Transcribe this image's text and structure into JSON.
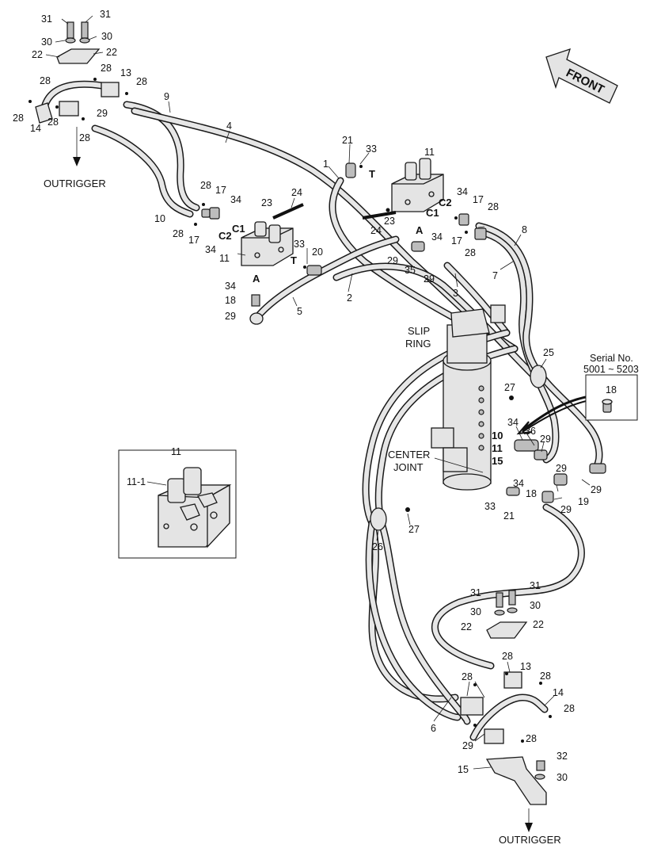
{
  "front_label": "FRONT",
  "outrigger_top": "OUTRIGGER",
  "outrigger_bottom": "OUTRIGGER",
  "slip_ring": [
    "SLIP",
    "RING"
  ],
  "center_joint": [
    "CENTER",
    "JOINT"
  ],
  "serial_box": {
    "title": "Serial No.",
    "range": "5001 ~ 5203",
    "part": "18"
  },
  "inset": {
    "title": "11",
    "part": "11-1"
  },
  "callouts": [
    {
      "id": "c1",
      "text": "31"
    },
    {
      "id": "c2",
      "text": "31"
    },
    {
      "id": "c3",
      "text": "30"
    },
    {
      "id": "c4",
      "text": "30"
    },
    {
      "id": "c5",
      "text": "22"
    },
    {
      "id": "c6",
      "text": "22"
    },
    {
      "id": "c7",
      "text": "28"
    },
    {
      "id": "c8",
      "text": "28"
    },
    {
      "id": "c9",
      "text": "13"
    },
    {
      "id": "c10",
      "text": "28"
    },
    {
      "id": "c11",
      "text": "9"
    },
    {
      "id": "c12",
      "text": "29"
    },
    {
      "id": "c13",
      "text": "28"
    },
    {
      "id": "c14",
      "text": "14"
    },
    {
      "id": "c15",
      "text": "28"
    },
    {
      "id": "c16",
      "text": "28"
    },
    {
      "id": "c17",
      "text": "4"
    },
    {
      "id": "c18",
      "text": "1"
    },
    {
      "id": "c19",
      "text": "21"
    },
    {
      "id": "c20",
      "text": "33"
    },
    {
      "id": "c21",
      "text": "T"
    },
    {
      "id": "c22",
      "text": "11"
    },
    {
      "id": "c23",
      "text": "C2"
    },
    {
      "id": "c24",
      "text": "34"
    },
    {
      "id": "c25",
      "text": "17"
    },
    {
      "id": "c26",
      "text": "C1"
    },
    {
      "id": "c27",
      "text": "28"
    },
    {
      "id": "c28",
      "text": "8"
    },
    {
      "id": "c29",
      "text": "23"
    },
    {
      "id": "c30",
      "text": "24"
    },
    {
      "id": "c31",
      "text": "34"
    },
    {
      "id": "c32",
      "text": "17"
    },
    {
      "id": "c33",
      "text": "28"
    },
    {
      "id": "c34",
      "text": "A"
    },
    {
      "id": "c35",
      "text": "29"
    },
    {
      "id": "c36",
      "text": "35"
    },
    {
      "id": "c37",
      "text": "29"
    },
    {
      "id": "c38",
      "text": "7"
    },
    {
      "id": "c39",
      "text": "3"
    },
    {
      "id": "c40",
      "text": "28"
    },
    {
      "id": "c41",
      "text": "17"
    },
    {
      "id": "c42",
      "text": "34"
    },
    {
      "id": "c43",
      "text": "24"
    },
    {
      "id": "c44",
      "text": "23"
    },
    {
      "id": "c45",
      "text": "10"
    },
    {
      "id": "c46",
      "text": "C1"
    },
    {
      "id": "c47",
      "text": "28"
    },
    {
      "id": "c48",
      "text": "C2"
    },
    {
      "id": "c49",
      "text": "17"
    },
    {
      "id": "c50",
      "text": "34"
    },
    {
      "id": "c51",
      "text": "11"
    },
    {
      "id": "c52",
      "text": "33"
    },
    {
      "id": "c53",
      "text": "20"
    },
    {
      "id": "c54",
      "text": "T"
    },
    {
      "id": "c55",
      "text": "A"
    },
    {
      "id": "c56",
      "text": "34"
    },
    {
      "id": "c57",
      "text": "18"
    },
    {
      "id": "c58",
      "text": "29"
    },
    {
      "id": "c59",
      "text": "5"
    },
    {
      "id": "c60",
      "text": "2"
    },
    {
      "id": "c61",
      "text": "25"
    },
    {
      "id": "c62",
      "text": "27"
    },
    {
      "id": "c63",
      "text": "34"
    },
    {
      "id": "c64",
      "text": "36"
    },
    {
      "id": "c65",
      "text": "10"
    },
    {
      "id": "c66",
      "text": "29"
    },
    {
      "id": "c67",
      "text": "11"
    },
    {
      "id": "c68",
      "text": "15"
    },
    {
      "id": "c69",
      "text": "29"
    },
    {
      "id": "c70",
      "text": "34"
    },
    {
      "id": "c71",
      "text": "18"
    },
    {
      "id": "c72",
      "text": "29"
    },
    {
      "id": "c73",
      "text": "19"
    },
    {
      "id": "c74",
      "text": "33"
    },
    {
      "id": "c75",
      "text": "21"
    },
    {
      "id": "c76",
      "text": "29"
    },
    {
      "id": "c77",
      "text": "27"
    },
    {
      "id": "c78",
      "text": "26"
    },
    {
      "id": "c79",
      "text": "31"
    },
    {
      "id": "c80",
      "text": "31"
    },
    {
      "id": "c81",
      "text": "30"
    },
    {
      "id": "c82",
      "text": "30"
    },
    {
      "id": "c83",
      "text": "22"
    },
    {
      "id": "c84",
      "text": "22"
    },
    {
      "id": "c85",
      "text": "28"
    },
    {
      "id": "c86",
      "text": "13"
    },
    {
      "id": "c87",
      "text": "28"
    },
    {
      "id": "c88",
      "text": "28"
    },
    {
      "id": "c89",
      "text": "14"
    },
    {
      "id": "c90",
      "text": "28"
    },
    {
      "id": "c91",
      "text": "6"
    },
    {
      "id": "c92",
      "text": "29"
    },
    {
      "id": "c93",
      "text": "28"
    },
    {
      "id": "c94",
      "text": "15"
    },
    {
      "id": "c95",
      "text": "32"
    },
    {
      "id": "c96",
      "text": "30"
    }
  ]
}
